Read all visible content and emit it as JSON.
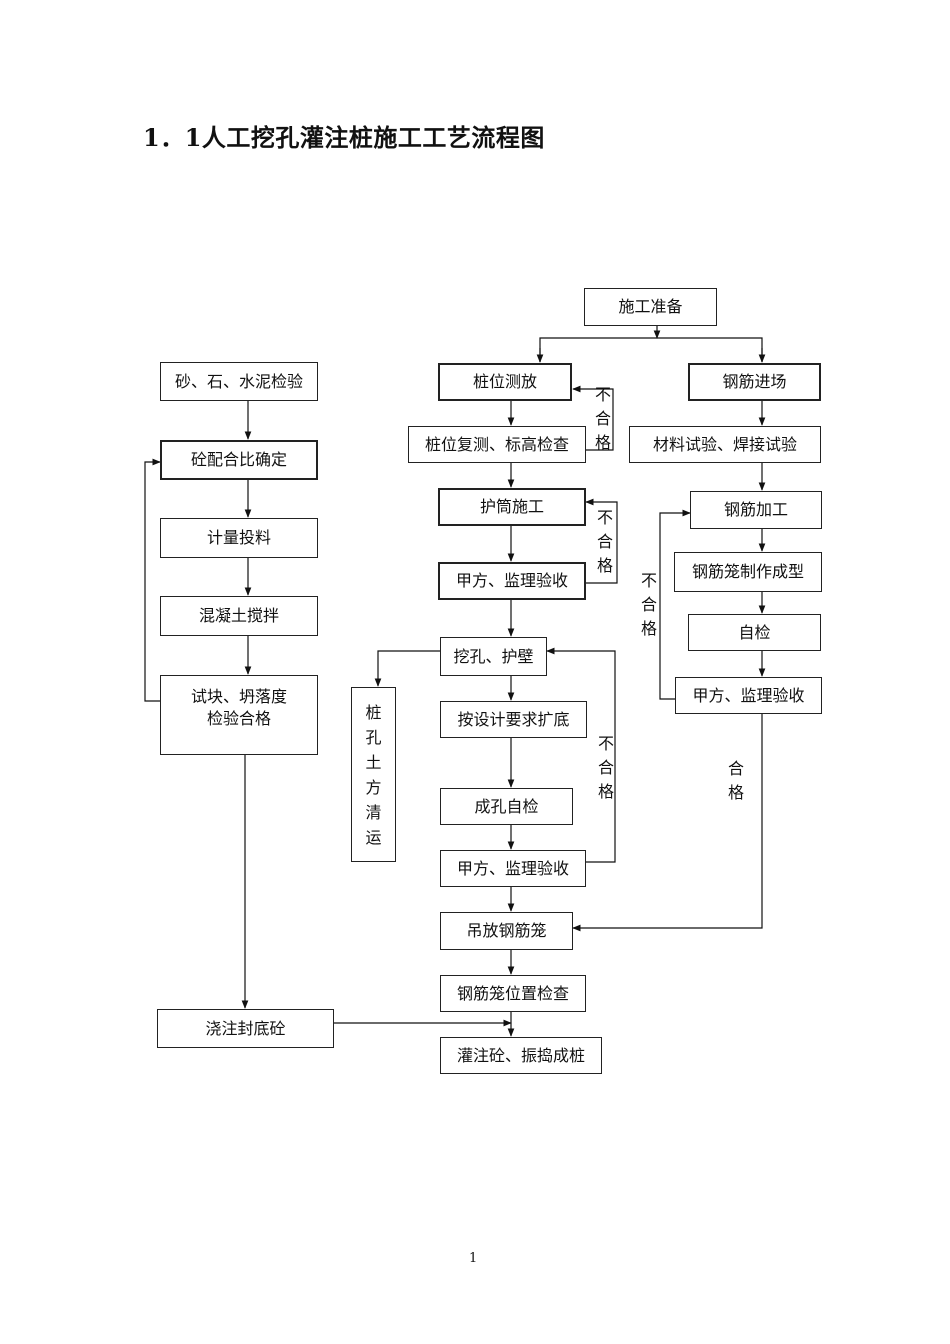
{
  "title": "1．1人工挖孔灌注桩施工工艺流程图",
  "page_number": "1",
  "left_column": {
    "materials_check": "砂、石、水泥检验",
    "mix_ratio": "砼配合比确定",
    "metering": "计量投料",
    "mixing": "混凝土搅拌",
    "test_line1": "试块、坍落度",
    "test_line2": "检验合格",
    "bottom_pour": "浇注封底砼"
  },
  "center_column": {
    "construction_prep": "施工准备",
    "pile_layout": "桩位测放",
    "pile_recheck": "桩位复测、标高检查",
    "casing": "护筒施工",
    "casing_accept": "甲方、监理验收",
    "excavation": "挖孔、护壁",
    "enlarge_base": "按设计要求扩底",
    "hole_selfcheck": "成孔自检",
    "hole_accept": "甲方、监理验收",
    "lift_cage": "吊放钢筋笼",
    "cage_position": "钢筋笼位置检查",
    "pour_pile": "灌注砼、振捣成桩"
  },
  "soil_removal": [
    "桩",
    "孔",
    "土",
    "方",
    "清",
    "运"
  ],
  "right_column": {
    "rebar_entry": "钢筋进场",
    "material_test": "材料试验、焊接试验",
    "rebar_processing": "钢筋加工",
    "cage_fabrication": "钢筋笼制作成型",
    "self_check": "自检",
    "rebar_accept": "甲方、监理验收"
  },
  "loop_labels": {
    "fail_1": [
      "不",
      "合",
      "格"
    ],
    "fail_2": [
      "不",
      "合",
      "格"
    ],
    "fail_3": [
      "不",
      "合",
      "格"
    ],
    "fail_4": [
      "不",
      "合",
      "格"
    ],
    "pass": [
      "合",
      "格"
    ]
  }
}
